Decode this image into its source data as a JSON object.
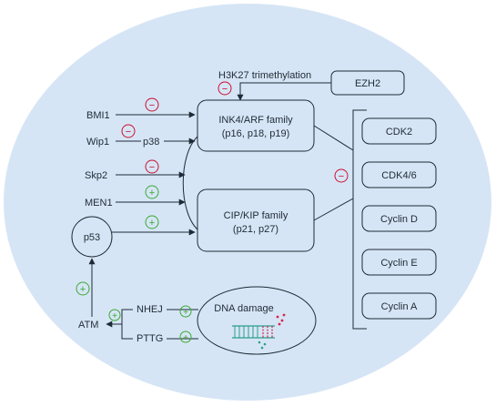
{
  "nodes": {
    "h3k27": "H3K27 trimethylation",
    "ezh2": "EZH2",
    "bmi1": "BMI1",
    "wip1": "Wip1",
    "p38": "p38",
    "skp2": "Skp2",
    "men1": "MEN1",
    "p53": "p53",
    "atm": "ATM",
    "nhej": "NHEJ",
    "pttg": "PTTG",
    "dna_damage": "DNA damage"
  },
  "ink4": {
    "line1": "INK4/ARF family",
    "line2": "(p16, p18, p19)"
  },
  "cipkip": {
    "line1": "CIP/KIP family",
    "line2": "(p21, p27)"
  },
  "cyclins": [
    "CDK2",
    "CDK4/6",
    "Cyclin D",
    "Cyclin E",
    "Cyclin A"
  ],
  "signs": {
    "minus": "−",
    "plus": "+"
  },
  "colors": {
    "background_ellipse": "#d6e5f5",
    "minus_sign": "#c8102e",
    "plus_sign": "#3aa935",
    "line": "#1f2a36",
    "dna_teal": "#2a9d8f",
    "dna_red": "#d6244a"
  }
}
